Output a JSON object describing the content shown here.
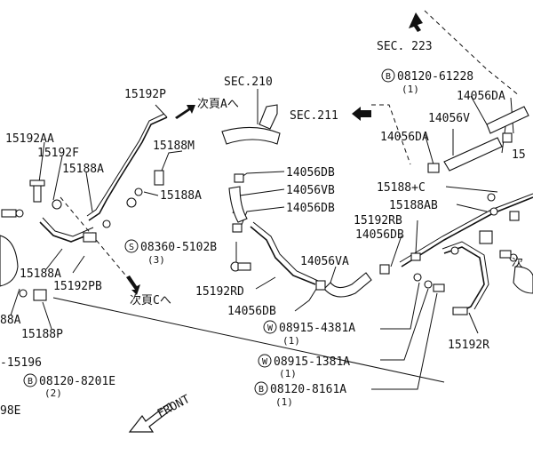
{
  "labels": {
    "sec223": "SEC. 223",
    "b08120_61228": "08120-61228",
    "b08120_61228_qty": "(1)",
    "p14056DA_top": "14056DA",
    "p14056V": "14056V",
    "p14056DA_mid": "14056DA",
    "sec211": "SEC.211",
    "sec210": "SEC.210",
    "p15192P": "15192P",
    "jiA": "次頁Aへ",
    "p15192AA": "15192AA",
    "p15192F": "15192F",
    "p15188A_a": "15188A",
    "p15188M": "15188M",
    "p15188A_b": "15188A",
    "p14056DB_1": "14056DB",
    "p14056VB": "14056VB",
    "p14056DB_2": "14056DB",
    "p15188C": "15188+C",
    "p15188AB": "15188AB",
    "p15192RB": "15192RB",
    "p14056DB_3": "14056DB",
    "s08360": "08360-5102B",
    "s08360_qty": "(3)",
    "p14056VA": "14056VA",
    "p15188A_c": "15188A",
    "p15192PB": "15192PB",
    "jiC": "次頁Cへ",
    "p15192RD": "15192RD",
    "p14056DB_4": "14056DB",
    "p188A_left": "88A",
    "p15188P": "15188P",
    "w08915_4381": "08915-4381A",
    "w08915_4381_qty": "(1)",
    "p15192R": "15192R",
    "p15196": "-15196",
    "w08915_1381": "08915-1381A",
    "w08915_1381_qty": "(1)",
    "b08120_8201": "08120-8201E",
    "b08120_8201_qty": "(2)",
    "b08120_8161": "08120-8161A",
    "b08120_8161_qty": "(1)",
    "p98E": "98E",
    "front": "FRONT",
    "p15_right": "15",
    "p_right_cut": "次"
  },
  "circles": {
    "b": "B",
    "s": "S",
    "w": "W"
  }
}
